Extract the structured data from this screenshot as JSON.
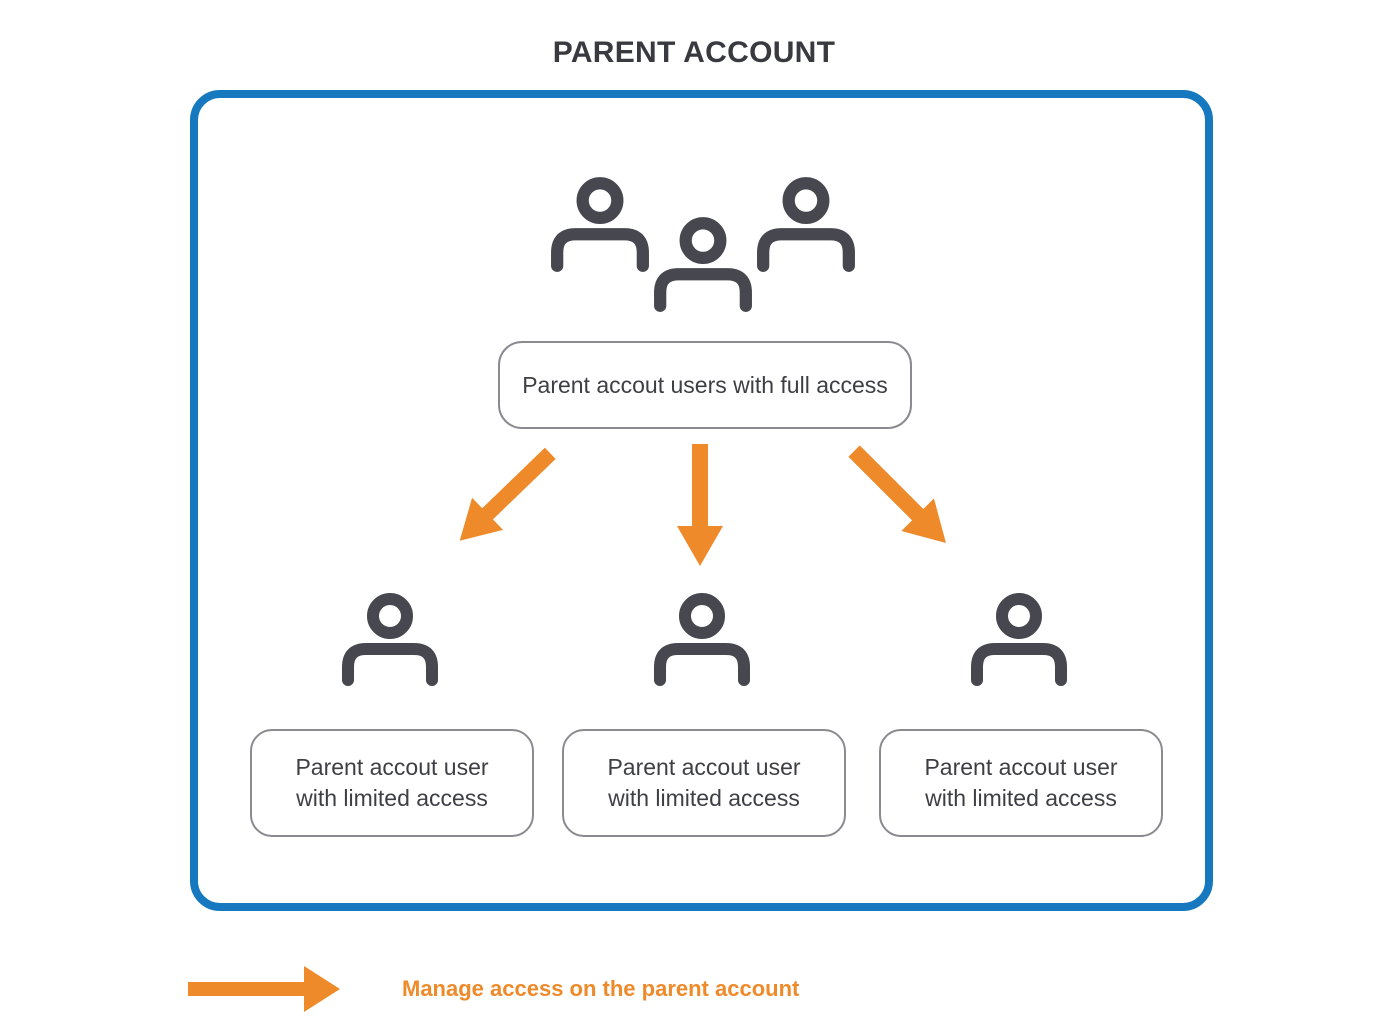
{
  "title": "PARENT ACCOUNT",
  "full_access_box": {
    "label": "Parent accout users with full access"
  },
  "limited_access_boxes": [
    {
      "line1": "Parent accout user",
      "line2": "with limited access"
    },
    {
      "line1": "Parent accout user",
      "line2": "with limited access"
    },
    {
      "line1": "Parent accout user",
      "line2": "with limited access"
    }
  ],
  "legend": {
    "label": "Manage access on the parent account"
  },
  "icons": {
    "top_group": "users-group-icon",
    "child_nodes": "person-icon",
    "arrows": [
      "arrow-down-left-icon",
      "arrow-down-icon",
      "arrow-down-right-icon"
    ],
    "legend_arrow": "arrow-right-icon"
  },
  "colors": {
    "container_border_blue": "#1678bf",
    "arrow_orange": "#ef8a2b",
    "icon_gray": "#46474f",
    "box_border_gray": "#8a8b90",
    "text_dark": "#3e3f44",
    "title_dark": "#393a3f"
  }
}
